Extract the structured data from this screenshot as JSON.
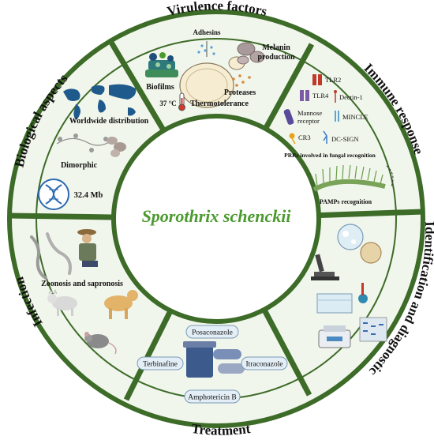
{
  "center_title": "Sporothrix schenckii",
  "sections": {
    "virulence": {
      "title": "Virulence factors",
      "adhesins": "Adhesins",
      "melanin_1": "Melanin",
      "melanin_2": "production",
      "biofilms": "Biofilms",
      "proteases": "Proteases",
      "temp": "37 °C",
      "thermotolerance": "Thermotolerance"
    },
    "immune": {
      "title": "Immune response",
      "tlr2": "TLR2",
      "tlr4": "TLR4",
      "dectin": "Dectin-1",
      "mannose_1": "Mannose",
      "mannose_2": "receptor",
      "mincle": "MINCLE",
      "cr3": "CR3",
      "dcsign": "DC-SIGN",
      "prrs": "PRRs involved in fungal recognition",
      "pamps": "PAMPs recognition"
    },
    "identification": {
      "title": "Identification and diagnostic"
    },
    "treatment": {
      "title": "Treatment",
      "drugs": [
        "Posaconazole",
        "Terbinafine",
        "Itraconazole",
        "Amphotericin B"
      ]
    },
    "infection": {
      "title": "Infection",
      "zoonosis": "Zoonosis and sapronosis"
    },
    "biological": {
      "title": "Biological aspects",
      "distribution": "Worldwide distribution",
      "dimorphic": "Dimorphic",
      "genome": "32.4 Mb"
    }
  },
  "colors": {
    "ring_border": "#3d6b28",
    "sector_fill": "#f1f6ec",
    "center_text": "#4a9a2e",
    "pill_fill": "#e4eef6",
    "pill_stroke": "#7a9ab6"
  }
}
